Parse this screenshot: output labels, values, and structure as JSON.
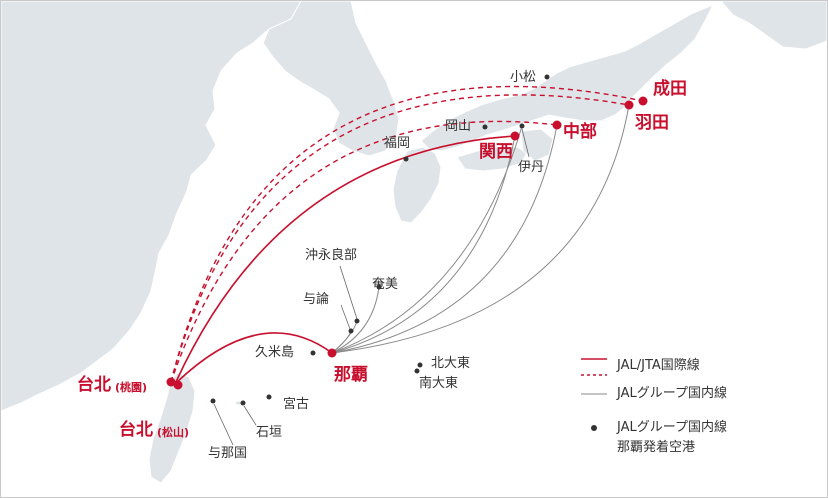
{
  "colors": {
    "land": "#dfe4e8",
    "sea": "#ffffff",
    "intl_route": "#c8102e",
    "domestic_route": "#8a8a8a",
    "airport_dot": "#333333",
    "label_red": "#c8102e",
    "label_dark": "#333333"
  },
  "airports": {
    "narita": "成田",
    "haneda": "羽田",
    "chubu": "中部",
    "kansai": "関西",
    "itami": "伊丹",
    "okayama": "岡山",
    "fukuoka": "福岡",
    "komatsu": "小松",
    "okinoerabu": "沖永良部",
    "amami": "奄美",
    "yoron": "与論",
    "kumejima": "久米島",
    "naha": "那覇",
    "kitadaito": "北大東",
    "minamidaito": "南大東",
    "miyako": "宮古",
    "ishigaki": "石垣",
    "yonaguni": "与那国",
    "taipei_taoyuan": "台北",
    "taipei_taoyuan_sub": "(桃園)",
    "taipei_songshan": "台北",
    "taipei_songshan_sub": "(松山)"
  },
  "legend": {
    "jal_jta_intl": "JAL/JTA国際線",
    "jal_group_domestic": "JALグループ国内線",
    "naha_departure_line1": "JALグループ国内線",
    "naha_departure_line2": "那覇発着空港"
  }
}
